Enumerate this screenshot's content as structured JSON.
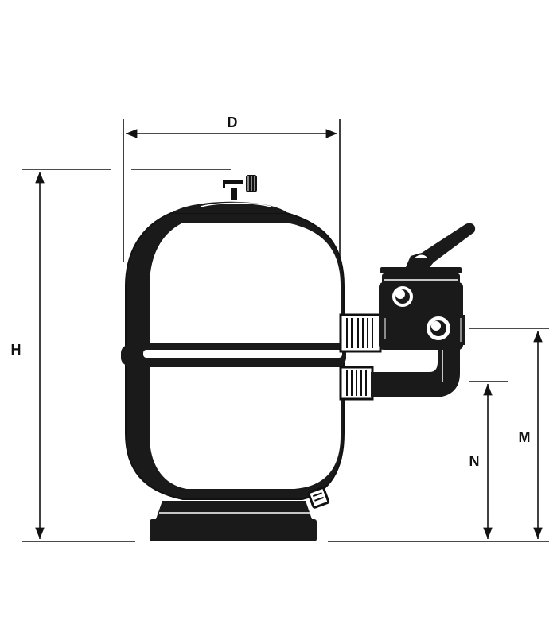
{
  "labels": {
    "diameter": "D",
    "height": "H",
    "outlet_height": "M",
    "inlet_height": "N"
  },
  "colors": {
    "ink": "#111111",
    "paper": "#ffffff"
  }
}
